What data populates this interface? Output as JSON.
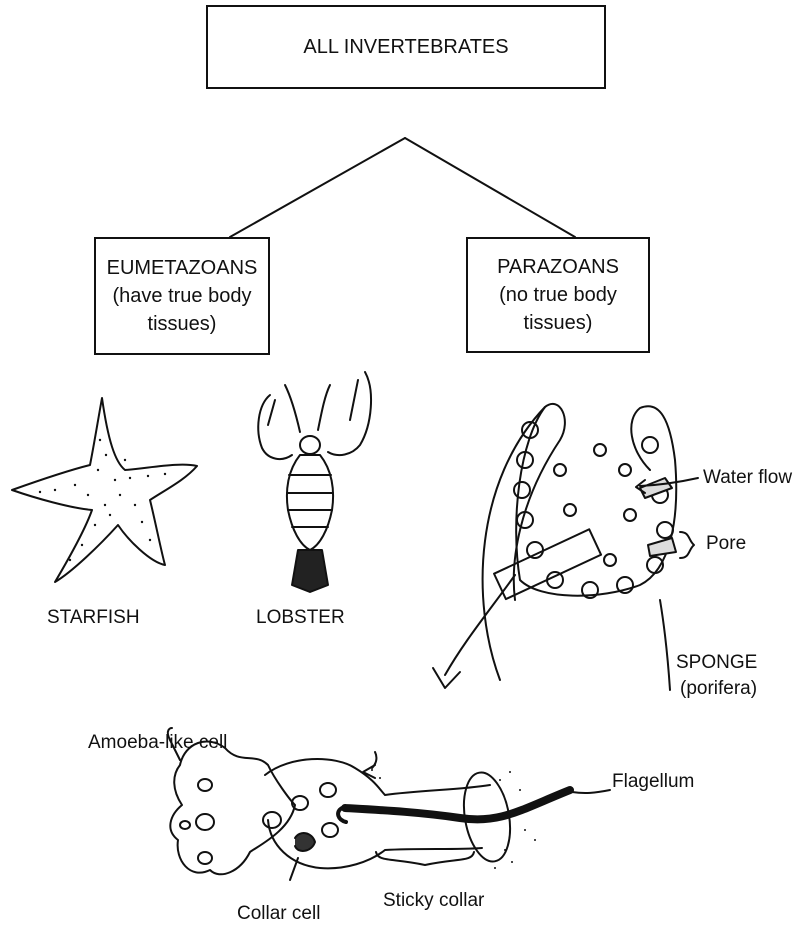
{
  "root": {
    "label": "ALL INVERTEBRATES"
  },
  "eumetazoans": {
    "line1": "EUMETAZOANS",
    "line2": "(have true body",
    "line3": "tissues)"
  },
  "parazoans": {
    "line1": "PARAZOANS",
    "line2": "(no true body",
    "line3": "tissues)"
  },
  "organisms": {
    "starfish": "STARFISH",
    "lobster": "LOBSTER",
    "sponge_name": "SPONGE",
    "sponge_sub": "(porifera)"
  },
  "sponge_labels": {
    "water_flow": "Water flow",
    "pore": "Pore"
  },
  "cell_labels": {
    "amoeba": "Amoeba-like cell",
    "flagellum": "Flagellum",
    "collar_cell": "Collar cell",
    "sticky_collar": "Sticky collar"
  }
}
